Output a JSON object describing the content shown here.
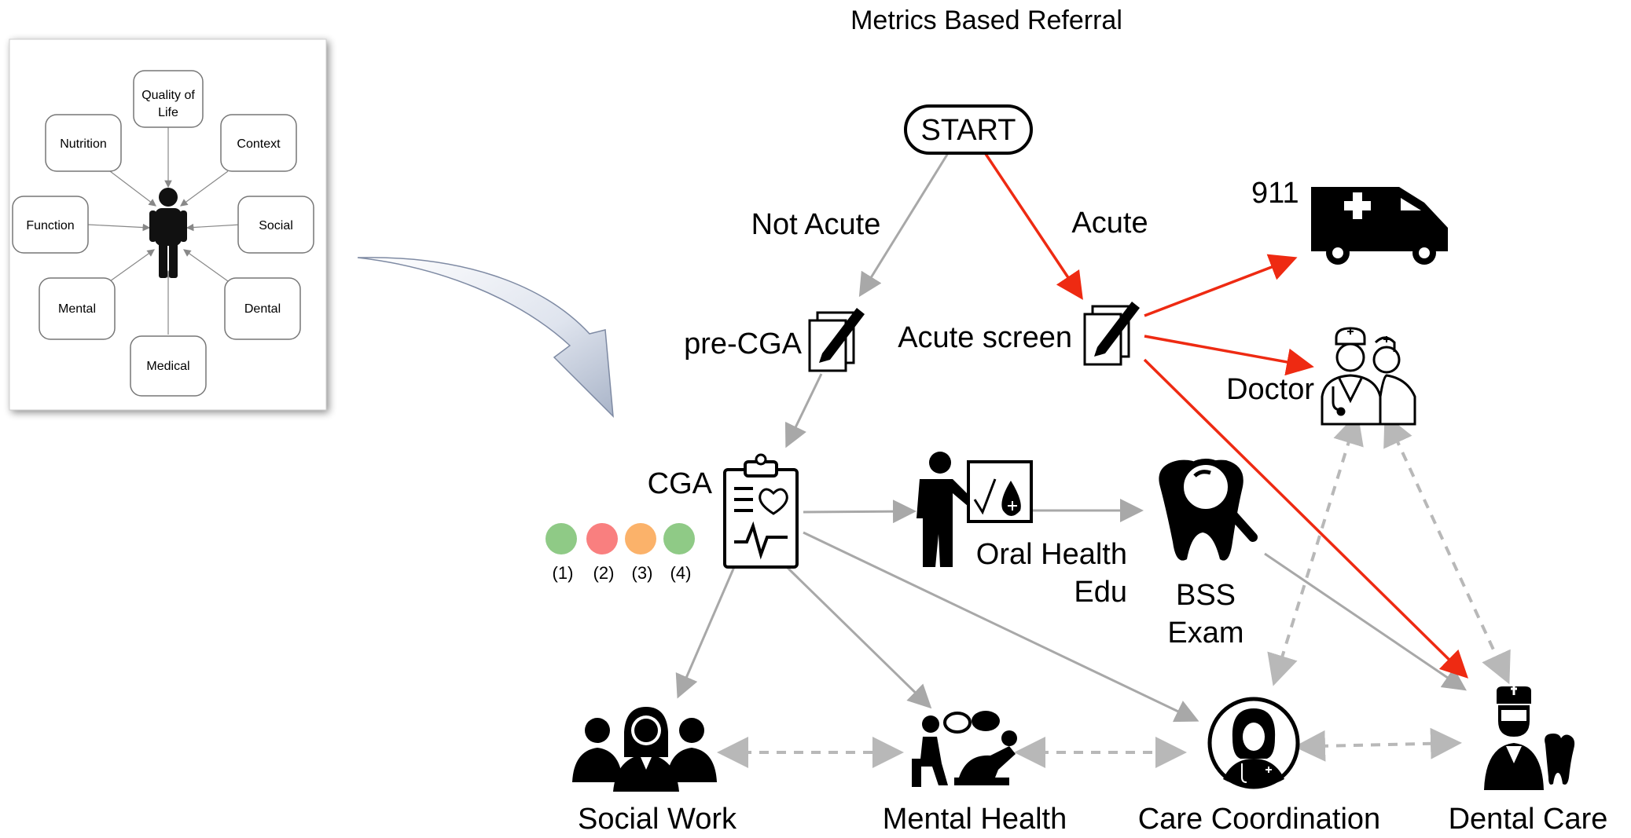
{
  "diagram": {
    "title": "Metrics Based Referral",
    "start_label": "START",
    "not_acute_label": "Not Acute",
    "acute_label": "Acute",
    "emergency_number": "911",
    "pre_cga_label": "pre-CGA",
    "acute_screen_label": "Acute screen",
    "doctor_label": "Doctor",
    "cga_label": "CGA",
    "oral_health_edu_label": [
      "Oral Health",
      "Edu"
    ],
    "bss_exam_label": [
      "BSS",
      "Exam"
    ],
    "metrics_indicators": [
      {
        "label": "(1)",
        "color": "#8fca86"
      },
      {
        "label": "(2)",
        "color": "#f97f7f"
      },
      {
        "label": "(3)",
        "color": "#fbb26a"
      },
      {
        "label": "(4)",
        "color": "#8fca86"
      }
    ],
    "destinations": {
      "social_work": "Social Work",
      "mental_health": "Mental Health",
      "care_coordination": "Care Coordination",
      "dental_care": "Dental Care"
    }
  },
  "domains_panel": {
    "items": {
      "quality_of_life": [
        "Quality of",
        "Life"
      ],
      "nutrition": "Nutrition",
      "context": "Context",
      "function": "Function",
      "social": "Social",
      "mental": "Mental",
      "dental": "Dental",
      "medical": "Medical"
    }
  },
  "colors": {
    "acute_path": "#ee2a12",
    "referral_path": "#a8a8a8",
    "coordination_path": "#b8b8b8"
  }
}
